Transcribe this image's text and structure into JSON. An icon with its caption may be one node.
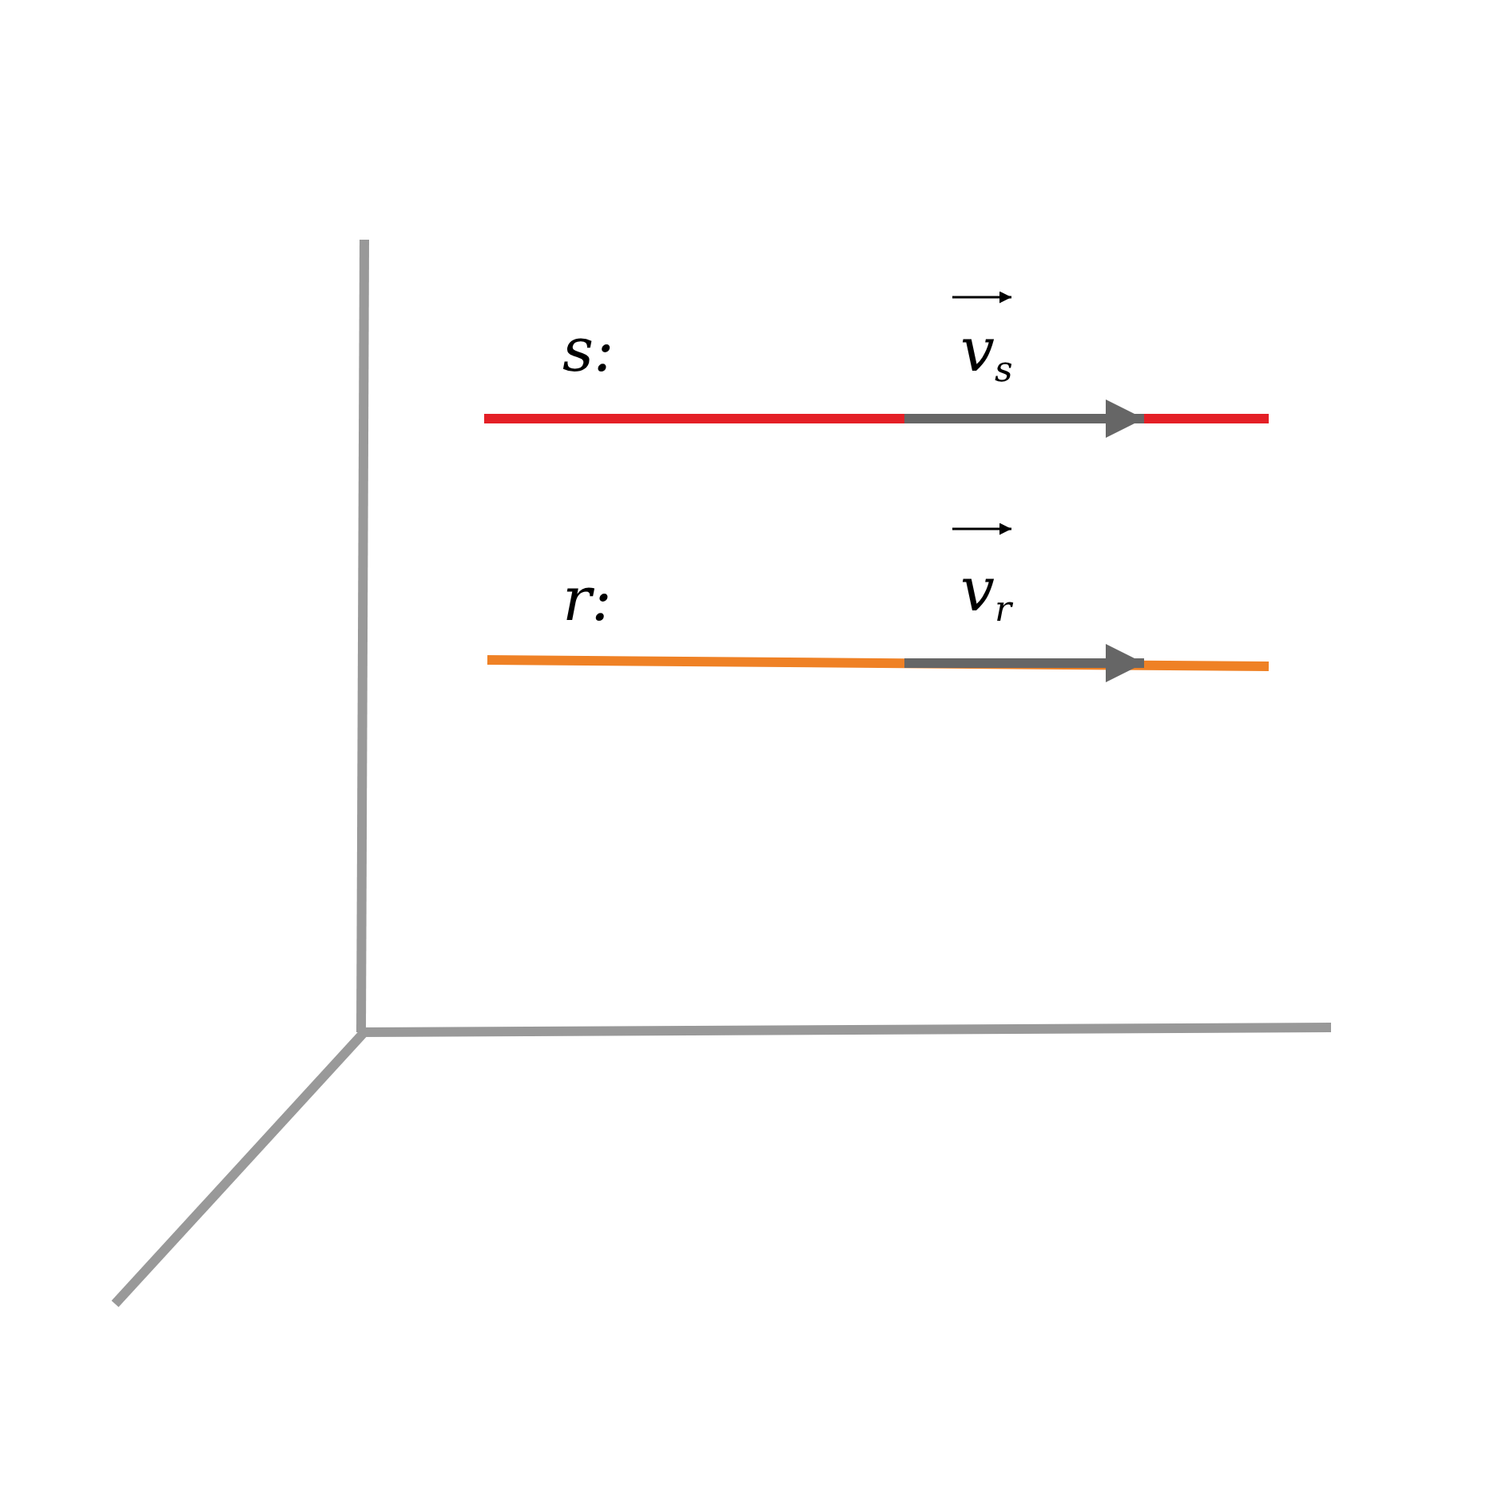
{
  "diagram": {
    "labels": [
      "s:",
      "v$_{s}$",
      "r:",
      "v$_{r}$"
    ]
  }
}
